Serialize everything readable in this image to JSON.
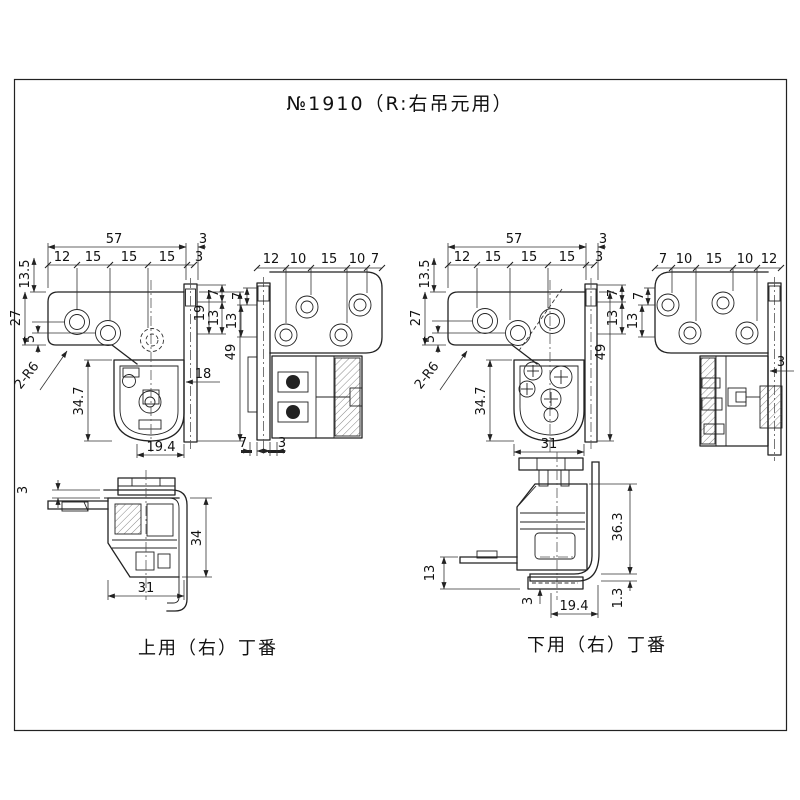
{
  "title": "№1910（R:右吊元用）",
  "captions": {
    "upper": "上用（右）丁番",
    "lower": "下用（右）丁番"
  },
  "upper_front": {
    "total_w": "57",
    "edge_gap": "3",
    "pitch": [
      "12",
      "15",
      "15",
      "15",
      "3"
    ],
    "left_top": "13.5",
    "left_side": "27",
    "left_small": "5",
    "radius_note": "2-R6",
    "tab_len": "19",
    "right_top": "7",
    "right_mid": "13",
    "door_len": "49",
    "cup_offset": "18",
    "cup_depth": "34.7",
    "cup_width": "19.4"
  },
  "upper_side": {
    "pitch": [
      "12",
      "10",
      "15",
      "10",
      "7"
    ],
    "left_top": "7",
    "left_mid": "13",
    "bottom_left": "7",
    "bottom_right": "3"
  },
  "lower_front": {
    "total_w": "57",
    "edge_gap": "3",
    "pitch": [
      "12",
      "15",
      "15",
      "15",
      "3"
    ],
    "left_top": "13.5",
    "left_side": "27",
    "left_small": "5",
    "radius_note": "2-R6",
    "right_top": "7",
    "right_mid": "13",
    "door_len": "49",
    "cup_depth": "34.7",
    "cup_width": "31"
  },
  "lower_side": {
    "pitch": [
      "7",
      "10",
      "15",
      "10",
      "12"
    ],
    "left_top": "7",
    "left_mid": "13",
    "gap": "3"
  },
  "upper_plan": {
    "arm_thickness": "3",
    "height": "34",
    "width": "31"
  },
  "lower_plan": {
    "height": "36.3",
    "lip": "1.3",
    "left_height": "13",
    "pad": "3",
    "width": "19.4"
  }
}
